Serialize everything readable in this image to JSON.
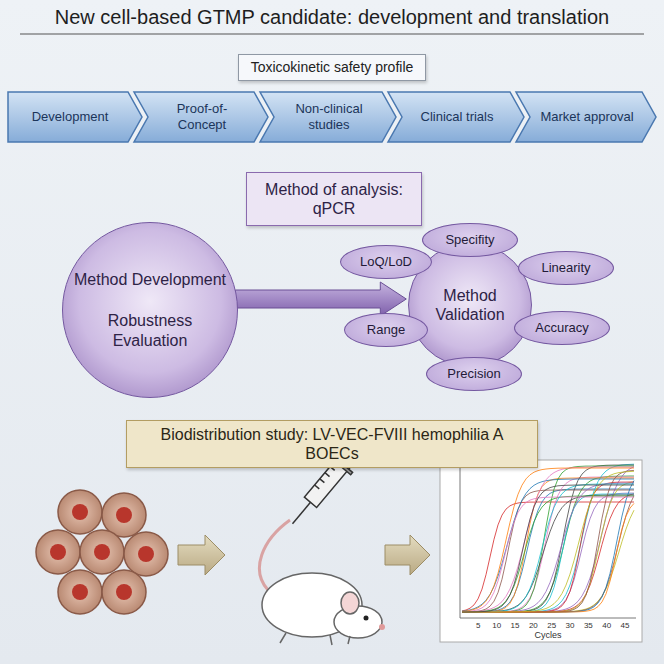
{
  "diagram": {
    "title": "New cell-based GTMP candidate: development and translation",
    "nodes": [
      {
        "text": [
          "Toxicokinetic safety profile"
        ]
      },
      {
        "text": [
          "Development"
        ]
      },
      {
        "text": [
          "Proof-of-Concept"
        ]
      },
      {
        "text": [
          "Non-clinical studies"
        ]
      },
      {
        "text": [
          "Clinical trials"
        ]
      },
      {
        "text": [
          "Market approval"
        ]
      },
      {
        "text": [
          "Method of analysis: qPCR"
        ]
      },
      {
        "text": [
          "Method Development",
          "Robustness Evaluation"
        ]
      },
      {
        "text": [
          "Method Validation"
        ]
      },
      {
        "text": [
          "Specifity"
        ]
      },
      {
        "text": [
          "Linearity"
        ]
      },
      {
        "text": [
          "Accuracy"
        ]
      },
      {
        "text": [
          "Precision"
        ]
      },
      {
        "text": [
          "Range"
        ]
      },
      {
        "text": [
          "LoQ/LoD"
        ]
      },
      {
        "text": [
          "Biodistribution study: LV-VEC-FVIII hemophilia A BOECs"
        ]
      }
    ],
    "edges": [
      {
        "from": 7,
        "to": 8,
        "arrow": "to"
      }
    ],
    "labels": [
      "5",
      "10",
      "15",
      "20",
      "25",
      "30",
      "35",
      "40",
      "45",
      "Cycles"
    ]
  }
}
